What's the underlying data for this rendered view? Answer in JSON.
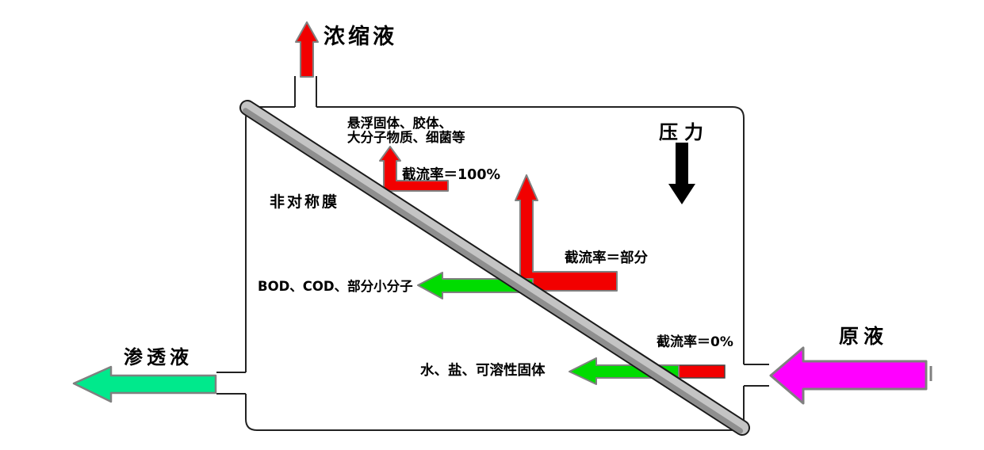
{
  "labels": {
    "concentrate": "浓缩液",
    "retained_line1": "悬浮固体、胶体、",
    "retained_line2": "大分子物质、细菌等",
    "pressure": "压力",
    "membrane": "非对称膜",
    "rejection_100": "截流率＝100%",
    "rejection_partial": "截流率＝部分",
    "small_molecules": "BOD、COD、部分小分子",
    "rejection_0": "截流率＝0%",
    "permeable_matter": "水、盐、可溶性固体",
    "permeate": "渗透液",
    "feed": "原液"
  },
  "colors": {
    "red": "#f20000",
    "green": "#00dc00",
    "permeate_green": "#00e98c",
    "magenta": "#ff00ff",
    "black": "#000000",
    "membrane_light": "#c4c4c4",
    "membrane_dark": "#8f8f8f",
    "membrane_outline": "#1a1a1a",
    "arrow_outline": "#808080",
    "box_border": "#222222"
  }
}
